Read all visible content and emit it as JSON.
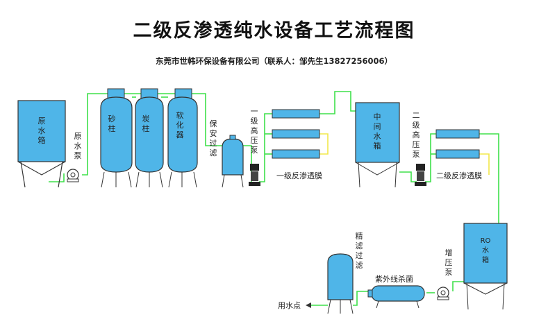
{
  "title": "二级反渗透纯水设备工艺流程图",
  "subtitle": "东莞市世韩环保设备有限公司（联系人：邹先生13827256006）",
  "colors": {
    "tank_fill": "#4fb5e8",
    "tank_stroke": "#333333",
    "pipe": "#3ee04a",
    "pipe_yellow": "#f2e84a",
    "membrane_fill": "#4fb5e8"
  },
  "labels": {
    "raw_water_tank": "原水箱",
    "raw_water_pump": "原水泵",
    "sand_column": "砂柱",
    "carbon_column": "炭柱",
    "softener": "软化器",
    "security_filter": "保安过滤",
    "first_hp_pump": "一级高压泵",
    "first_ro_membrane": "一级反渗透膜",
    "intermediate_tank": "中间水箱",
    "second_hp_pump": "二级高压泵",
    "second_ro_membrane": "二级反渗透膜",
    "ro_tank": "RO水箱",
    "booster_pump": "增压泵",
    "uv_sterilizer": "紫外线杀菌",
    "precision_filter": "精滤过滤",
    "water_point": "用水点"
  }
}
